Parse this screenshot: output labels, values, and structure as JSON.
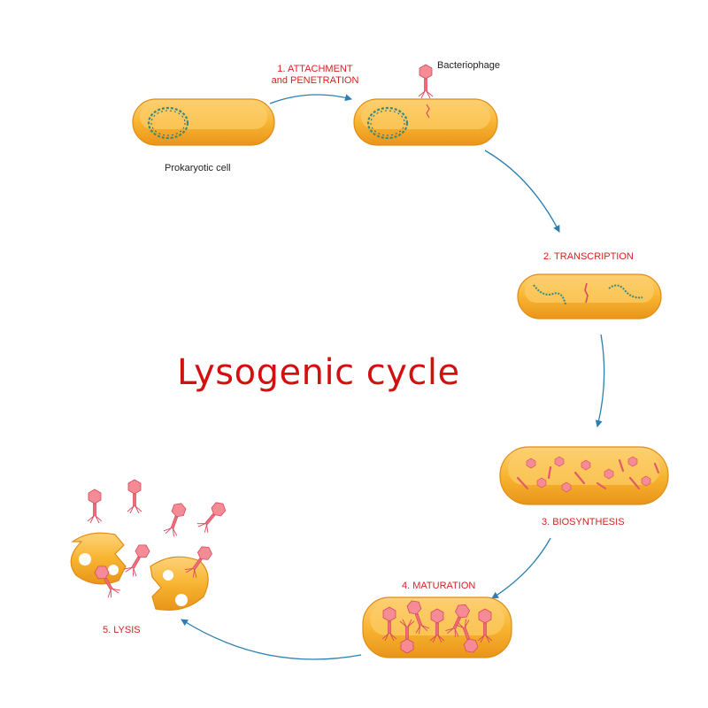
{
  "title": "Lysogenic cycle",
  "labels": {
    "prokaryotic_cell": "Prokaryotic cell",
    "bacteriophage": "Bacteriophage"
  },
  "steps": [
    {
      "label": "1. ATTACHMENT",
      "label2": "and PENETRATION"
    },
    {
      "label": "2. TRANSCRIPTION"
    },
    {
      "label": "3. BIOSYNTHESIS"
    },
    {
      "label": "4. MATURATION"
    },
    {
      "label": "5. LYSIS"
    }
  ],
  "colors": {
    "title": "#d31010",
    "step_label": "#d62020",
    "arrow": "#2a7fb0",
    "cell_fill": "#f5a623",
    "cell_inner": "#fbc14a",
    "phage": "#f06a78"
  }
}
